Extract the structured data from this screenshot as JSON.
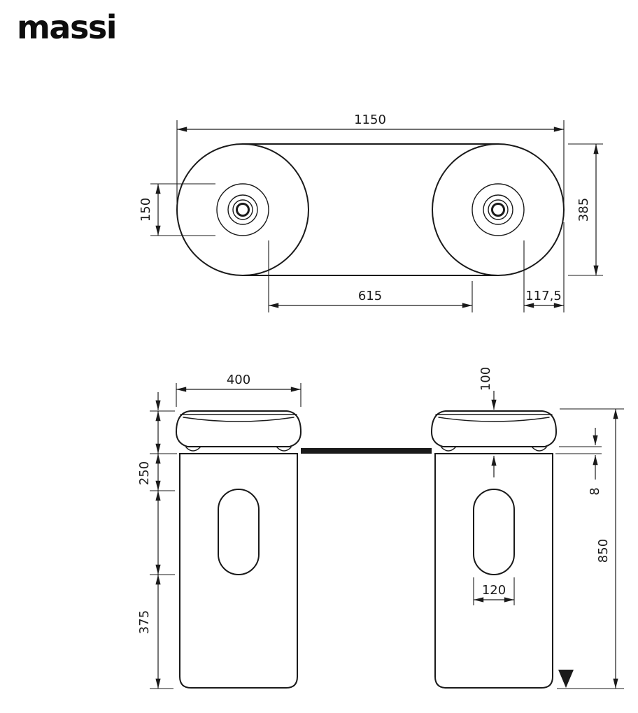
{
  "brand": {
    "logo_text": "massi"
  },
  "colors": {
    "line": "#1a1a1a",
    "background": "#ffffff"
  },
  "top_view": {
    "dims": {
      "overall_width": "1150",
      "overall_depth": "385",
      "drain_recess_diameter": "150",
      "drain_spacing": "615",
      "drain_edge_offset": "117,5"
    }
  },
  "front_view": {
    "dims": {
      "basin_width": "400",
      "bowl_depth": "100",
      "rim_thickness": "8",
      "total_height": "850",
      "upper_section": "250",
      "lower_section": "375",
      "slot_width": "120"
    }
  }
}
